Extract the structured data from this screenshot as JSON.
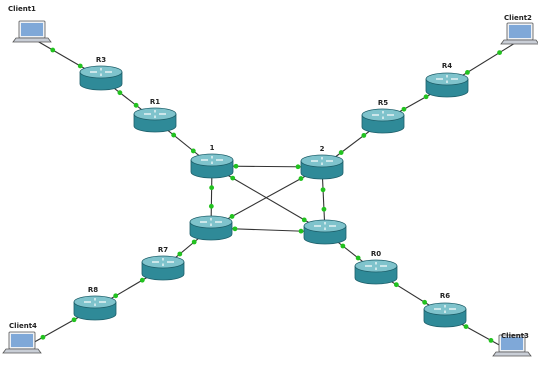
{
  "diagram": {
    "clients": [
      {
        "id": "client1",
        "label": "Client1"
      },
      {
        "id": "client2",
        "label": "Client2"
      },
      {
        "id": "client3",
        "label": "Client3"
      },
      {
        "id": "client4",
        "label": "Client4"
      }
    ],
    "routers": [
      {
        "id": "r3",
        "label": "R3"
      },
      {
        "id": "r1",
        "label": "R1"
      },
      {
        "id": "n1",
        "label": "1"
      },
      {
        "id": "r4",
        "label": "R4"
      },
      {
        "id": "r5",
        "label": "R5"
      },
      {
        "id": "n2",
        "label": "2"
      },
      {
        "id": "n3",
        "label": ""
      },
      {
        "id": "n4",
        "label": ""
      },
      {
        "id": "r7",
        "label": "R7"
      },
      {
        "id": "r8",
        "label": "R8"
      },
      {
        "id": "r0",
        "label": "R0"
      },
      {
        "id": "r6",
        "label": "R6"
      }
    ],
    "links": [
      [
        "client1",
        "r3"
      ],
      [
        "r3",
        "r1"
      ],
      [
        "r1",
        "n1"
      ],
      [
        "client2",
        "r4"
      ],
      [
        "r4",
        "r5"
      ],
      [
        "r5",
        "n2"
      ],
      [
        "n1",
        "n2"
      ],
      [
        "n1",
        "n3"
      ],
      [
        "n2",
        "n4"
      ],
      [
        "n3",
        "n4"
      ],
      [
        "n1",
        "n4"
      ],
      [
        "n2",
        "n3"
      ],
      [
        "n3",
        "r7"
      ],
      [
        "r7",
        "r8"
      ],
      [
        "r8",
        "client4"
      ],
      [
        "n4",
        "r0"
      ],
      [
        "r0",
        "r6"
      ],
      [
        "r6",
        "client3"
      ]
    ],
    "colors": {
      "router_body": "#2f8a98",
      "router_top": "#7fc3cc",
      "link": "#333333",
      "status_dot": "#22c21f",
      "screen": "#7fa8d8"
    }
  }
}
